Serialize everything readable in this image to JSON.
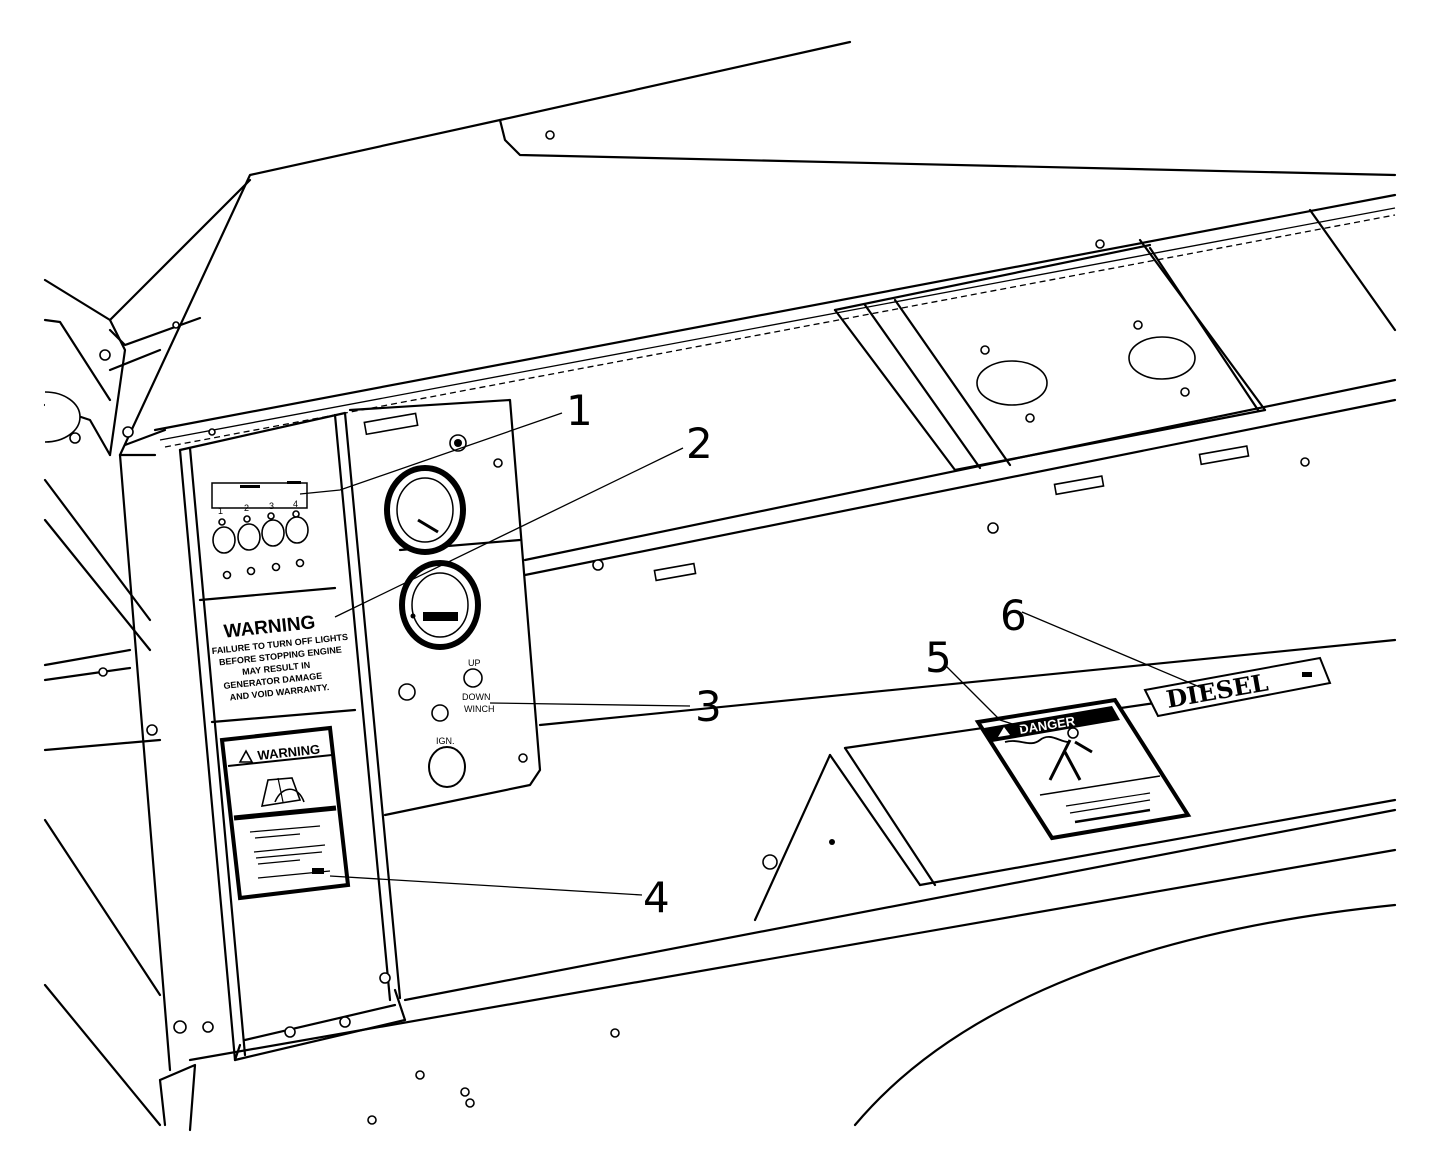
{
  "callouts": [
    {
      "id": "1",
      "label": "1"
    },
    {
      "id": "2",
      "label": "2"
    },
    {
      "id": "3",
      "label": "3"
    },
    {
      "id": "4",
      "label": "4"
    },
    {
      "id": "5",
      "label": "5"
    },
    {
      "id": "6",
      "label": "6"
    }
  ],
  "control_panel": {
    "switch_numbers": [
      "1",
      "2",
      "3",
      "4"
    ],
    "warning_title": "WARNING",
    "warning_lines": [
      "FAILURE TO TURN OFF LIGHTS",
      "BEFORE STOPPING ENGINE",
      "MAY RESULT IN",
      "GENERATOR DAMAGE",
      "AND VOID WARRANTY."
    ],
    "winch_up": "UP",
    "winch_down": "DOWN",
    "winch_label": "WINCH",
    "ignition_label": "IGN."
  },
  "lower_warning_decal": {
    "title": "WARNING"
  },
  "danger_decal": {
    "title": "DANGER"
  },
  "diesel_decal": {
    "text": "DIESEL"
  },
  "icons": [
    "warning-triangle-icon",
    "operator-manual-icon",
    "electrocution-hazard-icon"
  ]
}
